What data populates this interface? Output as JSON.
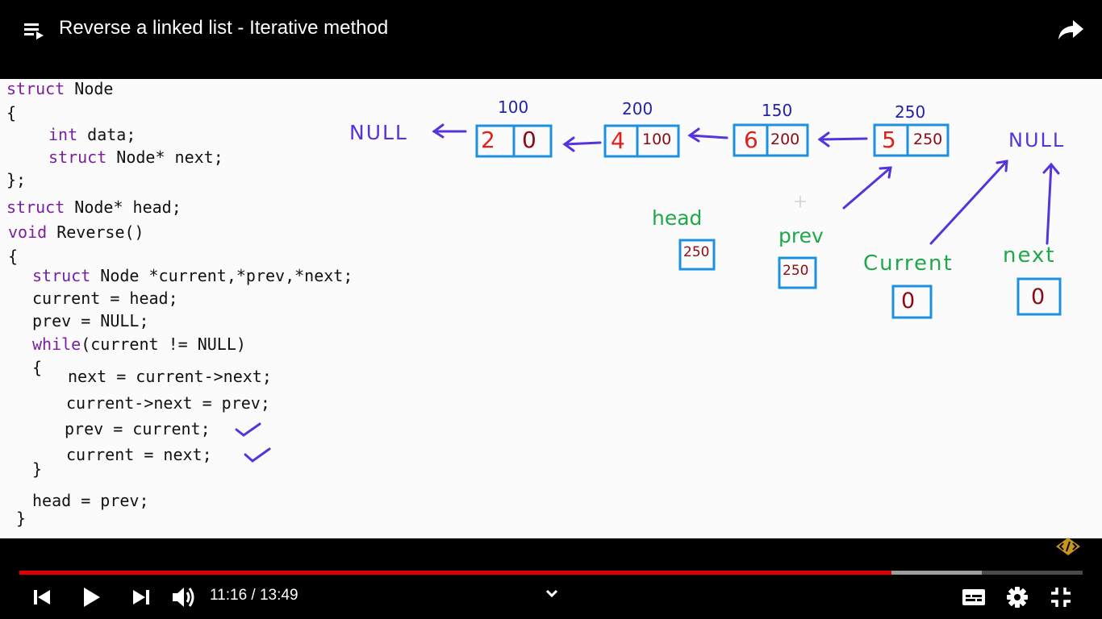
{
  "header": {
    "title": "Reverse a linked list - Iterative method",
    "playlist_icon": "playlist-icon",
    "share_icon": "share-icon"
  },
  "code": {
    "l1_kw": "struct",
    "l1_rest": " Node",
    "l2": "{",
    "l3_kw": "int",
    "l3_rest": " data;",
    "l4_kw": "struct",
    "l4_rest": " Node* next;",
    "l5": "};",
    "l6_kw": "struct",
    "l6_rest": " Node* head;",
    "l7_kw": "void",
    "l7_rest": " Reverse()",
    "l8": "{",
    "l9_kw": "struct",
    "l9_rest": " Node *current,*prev,*next;",
    "l10": "current = head;",
    "l11": "prev = NULL;",
    "l12_kw": "while",
    "l12_rest": "(current != NULL)",
    "l13": "{",
    "l14": "next = current->next;",
    "l15": "current->next = prev;",
    "l16": "prev = current;",
    "l17": "current = next;",
    "l18": "}",
    "l19": "head = prev;",
    "l20": "}"
  },
  "diagram": {
    "null_left": "NULL",
    "null_right": "NULL",
    "nodes": [
      {
        "addr": "100",
        "data": "2",
        "next": "0"
      },
      {
        "addr": "200",
        "data": "4",
        "next": "100"
      },
      {
        "addr": "150",
        "data": "6",
        "next": "200"
      },
      {
        "addr": "250",
        "data": "5",
        "next": "250"
      }
    ],
    "head": {
      "label": "head",
      "value": "250"
    },
    "prev": {
      "label": "prev",
      "value": "250"
    },
    "current": {
      "label": "Current",
      "value": "0"
    },
    "next": {
      "label": "next",
      "value": "0"
    }
  },
  "player": {
    "time": "11:16 / 13:49",
    "progress_played": 0.82,
    "progress_buffered": 0.905,
    "colors": {
      "played": "#e00000",
      "buffered": "#9e9e9e",
      "track": "#4a4a4a"
    }
  }
}
